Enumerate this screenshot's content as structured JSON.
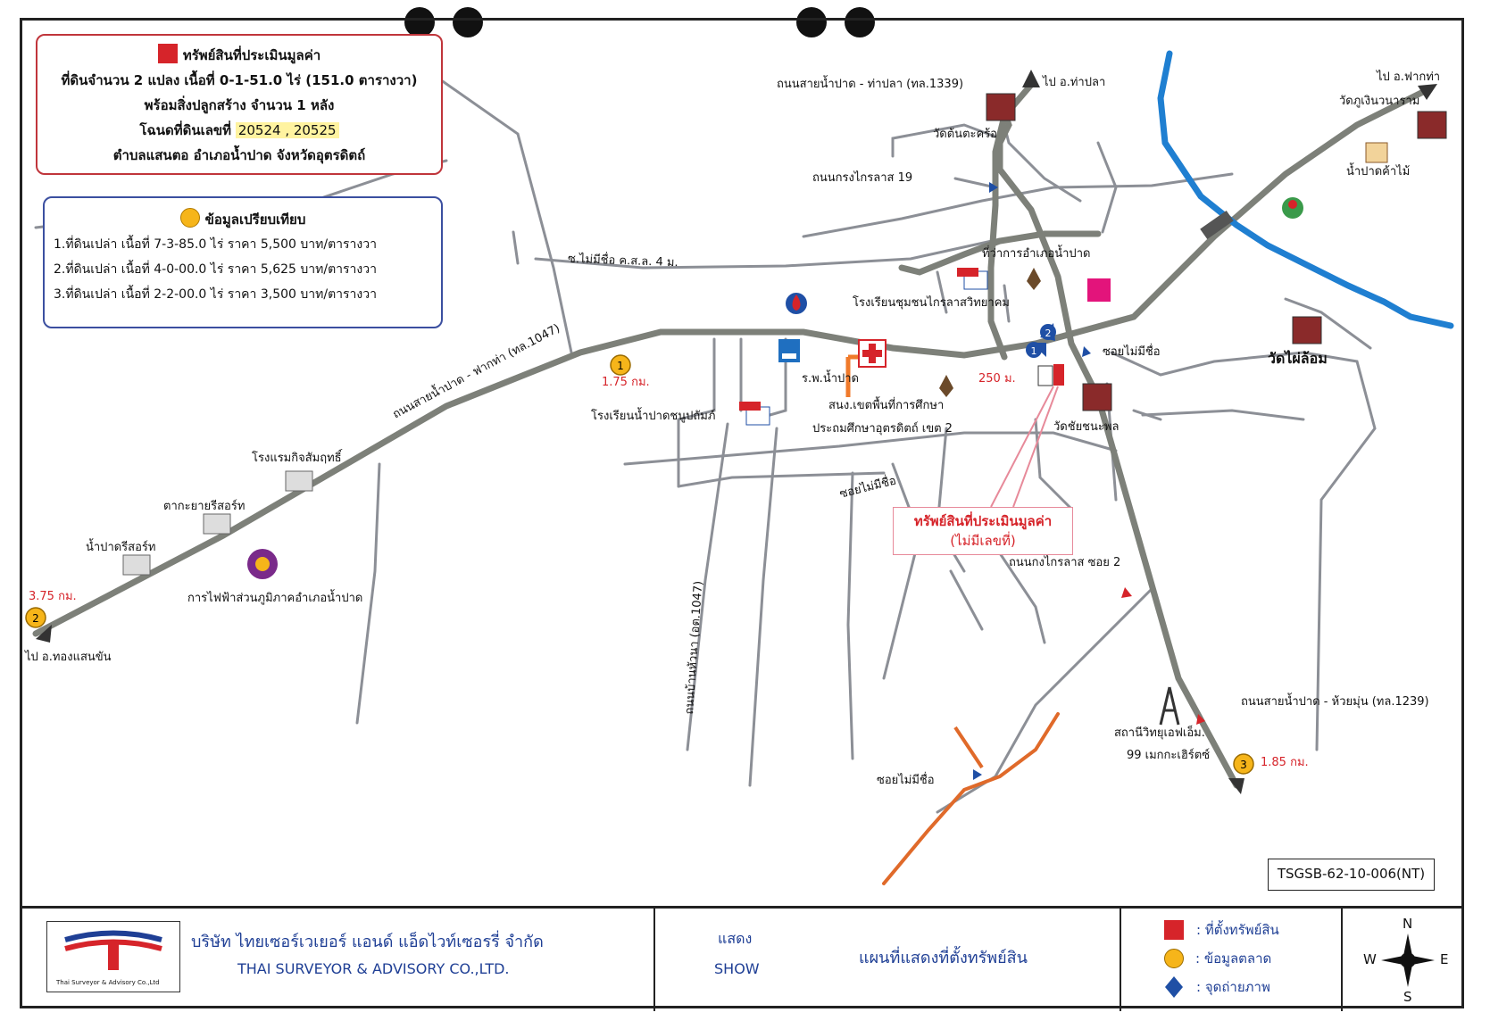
{
  "asset_box": {
    "title": "ทรัพย์สินที่ประเมินมูลค่า",
    "line1": "ที่ดินจำนวน 2 แปลง เนื้อที่ 0-1-51.0 ไร่ (151.0 ตารางวา)",
    "line2": "พร้อมสิ่งปลูกสร้าง จำนวน 1 หลัง",
    "line3_prefix": "โฉนดที่ดินเลขที่",
    "deed_numbers": "20524 , 20525",
    "line4": "ตำบลแสนตอ  อำเภอน้ำปาด  จังหวัดอุตรดิตถ์"
  },
  "comparison_box": {
    "title": "ข้อมูลเปรียบเทียบ",
    "items": [
      "1.ที่ดินเปล่า เนื้อที่ 7-3-85.0 ไร่ ราคา 5,500 บาท/ตารางวา",
      "2.ที่ดินเปล่า เนื้อที่ 4-0-00.0 ไร่ ราคา 5,625 บาท/ตารางวา",
      "3.ที่ดินเปล่า เนื้อที่ 2-2-00.0 ไร่ ราคา 3,500 บาท/ตารางวา"
    ]
  },
  "map_labels": {
    "road_1339": "ถนนสายน้ำปาด - ท่าปลา (ทล.1339)",
    "to_thapla": "ไป อ.ท่าปลา",
    "to_fakta": "ไป อ.ฟากท่า",
    "wat_phu_ngoen": "วัดภูเงินวนาราม",
    "wat_ton_tako": "วัดต้นตะคร้อ",
    "road_krungkrailat19": "ถนนกรงไกรลาส 19",
    "namprat_kha_mai": "น้ำปาดค้าไม้",
    "soi_no_name_1": "ซ.ไม่มีชื่อ ค.ส.ล. 4 ม.",
    "district_office": "ที่ว่าการอำเภอน้ำปาด",
    "school_chumchon": "โรงเรียนชุมชนไกรลาสวิทยาคม",
    "soi_no_name_2": "ซอยไม่มีชื่อ",
    "wat_phai_lom": "วัดไผ่ล้อม",
    "hospital": "ร.พ.น้ำปาด",
    "dist_250": "250 ม.",
    "edu_office_1": "สนง.เขตพื้นที่การศึกษา",
    "edu_office_2": "ประถมศึกษาอุตรดิตถ์ เขต 2",
    "wat_chai_chana": "วัดชัยชนะพล",
    "school_nampat": "โรงเรียนน้ำปาดชนูปถัมภ์",
    "dist_175": "1.75 กม.",
    "road_1047": "ถนนสายน้ำปาด - ฟากท่า (ทล.1047)",
    "hotel": "โรงแรมกิจสัมฤทธิ์",
    "takaya_resort": "ตากะยายรีสอร์ท",
    "nampat_resort": "น้ำปาดรีสอร์ท",
    "pea": "การไฟฟ้าส่วนภูมิภาคอำเภอน้ำปาด",
    "dist_375": "3.75 กม.",
    "to_thongsaenkhan": "ไป อ.ทองแสนขัน",
    "soi_no_name_3": "ซอยไม่มีชื่อ",
    "road_krailat_soi2": "ถนนกงไกรลาส ซอย 2",
    "road_1239": "ถนนสายน้ำปาด - ห้วยมุ่น (ทล.1239)",
    "radio_1": "สถานีวิทยุเอฟเอ็ม.",
    "radio_2": "99 เมกกะเฮิร์ตซ์",
    "dist_185": "1.85 กม.",
    "soi_no_name_4": "ซอยไม่มีชื่อ",
    "road_ban_hua_na": "ถนนบ้านหัวนา (อต.1047)",
    "asset_title": "ทรัพย์สินที่ประเมินมูลค่า",
    "asset_sub": "(ไม่มีเลขที่)",
    "comp_1": "1",
    "comp_2": "2",
    "comp_3": "3",
    "photo_1": "1",
    "photo_2": "2"
  },
  "doc_code": "TSGSB-62-10-006(NT)",
  "footer": {
    "company_th": "บริษัท ไทยเซอร์เวเยอร์ แอนด์ แอ็ดไวท์เซอรรี่ จำกัด",
    "company_en": "THAI SURVEYOR & ADVISORY CO.,LTD.",
    "logo_small": "Thai Surveyor & Advisory Co.,Ltd",
    "show_th": "แสดง",
    "show_en": "SHOW",
    "map_title": "แผนที่แสดงที่ตั้งทรัพย์สิน",
    "legend": [
      {
        "symbol": "red-square",
        "label": ": ที่ตั้งทรัพย์สิน"
      },
      {
        "symbol": "yellow-circle",
        "label": ": ข้อมูลตลาด"
      },
      {
        "symbol": "blue-diamond",
        "label": ": จุดถ่ายภาพ"
      }
    ],
    "compass": {
      "n": "N",
      "s": "S",
      "e": "E",
      "w": "W"
    }
  },
  "colors": {
    "road": "#8c8f96",
    "main_road": "#7d8079",
    "river": "#1f7fd1",
    "side_road": "#e06a2a",
    "asset": "#d6242a",
    "market": "#f6b51a",
    "photo": "#1f4fa5"
  }
}
